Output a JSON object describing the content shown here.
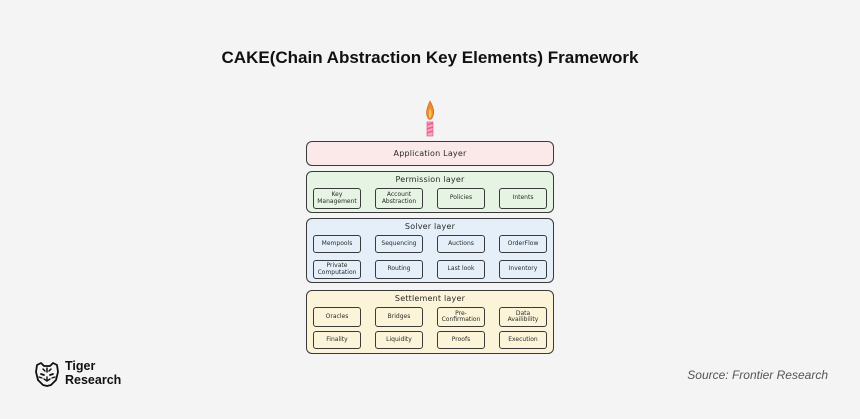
{
  "title": "CAKE(Chain Abstraction Key Elements) Framework",
  "candle": {
    "flame_color": "#f08a2c",
    "stripe_colors": [
      "#f25d8a",
      "#f7a8c0"
    ]
  },
  "layers": {
    "application": {
      "label": "Application Layer",
      "color": "#fbe9ea"
    },
    "permission": {
      "label": "Permission layer",
      "color": "#e6f4e4",
      "items": [
        "Key\nManagement",
        "Account\nAbstraction",
        "Policies",
        "Intents"
      ]
    },
    "solver": {
      "label": "Solver layer",
      "color": "#e4eff9",
      "items": [
        "Mempools",
        "Sequencing",
        "Auctions",
        "OrderFlow",
        "Private\nComputation",
        "Routing",
        "Last look",
        "Inventory"
      ]
    },
    "settlement": {
      "label": "Settlement layer",
      "color": "#fbf4d8",
      "items": [
        "Oracles",
        "Bridges",
        "Pre-\nConfirmation",
        "Data\nAvailibility",
        "Finality",
        "Liquidity",
        "Proofs",
        "Execution"
      ]
    }
  },
  "logo": {
    "line1": "Tiger",
    "line2": "Research",
    "icon": "tiger-head-icon"
  },
  "source": "Source: Frontier Research"
}
